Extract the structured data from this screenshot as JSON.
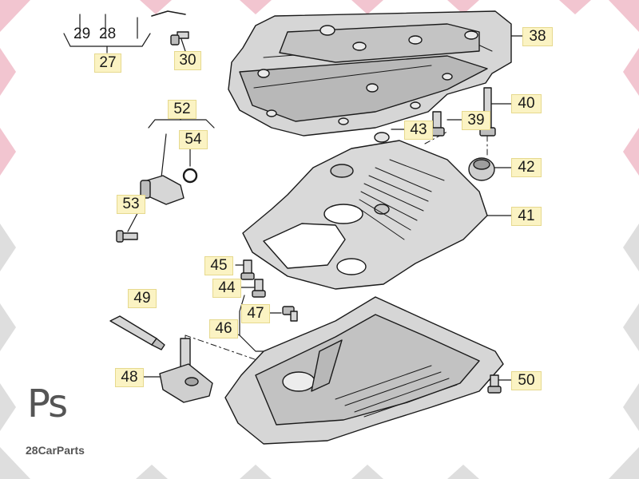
{
  "parts": {
    "p27": "27",
    "p28": "28",
    "p29": "29",
    "p30": "30",
    "p38": "38",
    "p39": "39",
    "p40": "40",
    "p41": "41",
    "p42": "42",
    "p43": "43",
    "p44": "44",
    "p45": "45",
    "p46": "46",
    "p47": "47",
    "p48": "48",
    "p49": "49",
    "p50": "50",
    "p52": "52",
    "p53": "53",
    "p54": "54"
  },
  "watermark": {
    "letters": "Ps",
    "text": "28CarParts"
  },
  "colors": {
    "outline": "#1a1a1a",
    "part_fill": "#d6d6d6",
    "part_shadow": "#a8a8a8",
    "callout_fill": "#fbf3c3",
    "frame_pink": "#f2c5d0",
    "frame_grey": "#dedede"
  }
}
